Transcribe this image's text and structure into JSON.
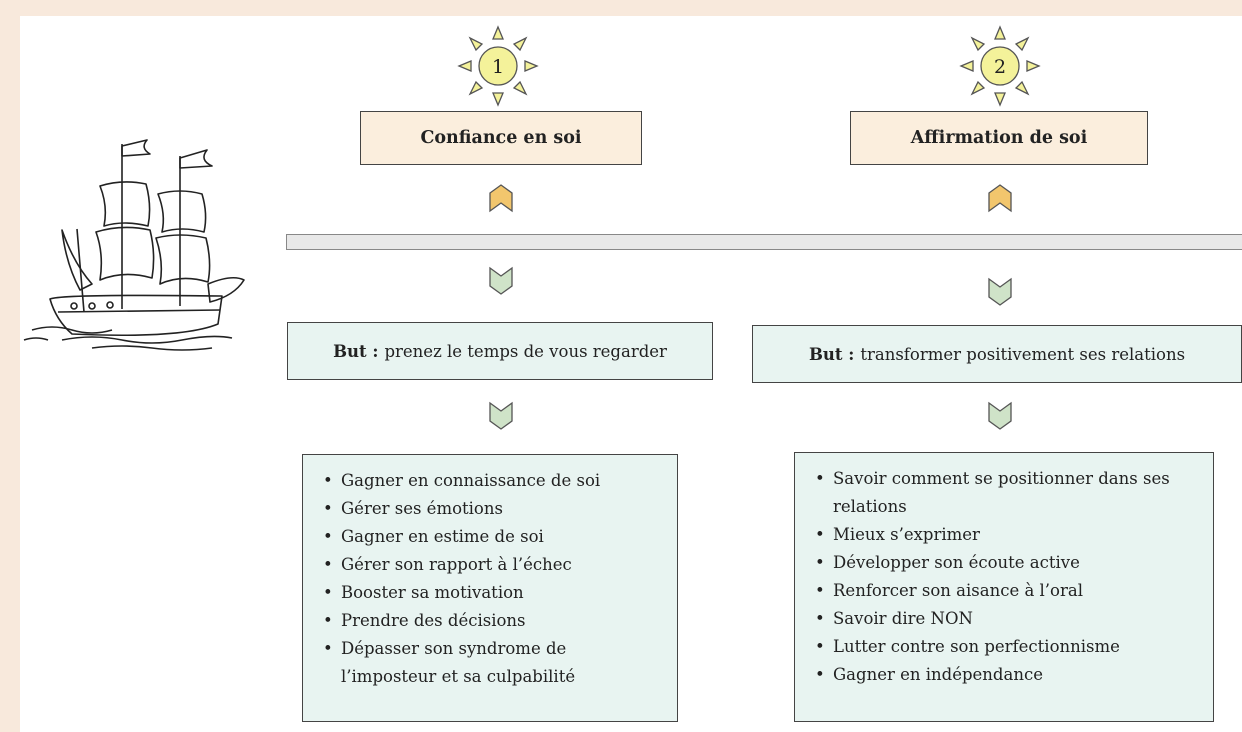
{
  "colors": {
    "page_background": "#f8e9dc",
    "panel": "#ffffff",
    "title_fill": "#fbeedd",
    "box_fill": "#e8f4f1",
    "sun_fill": "#f4f29a",
    "arrow_up": "#f2c66d",
    "arrow_down": "#cfe3c8"
  },
  "steps": [
    {
      "number": "1",
      "title": "Confiance en soi",
      "goal_label": "But :",
      "goal_text": "prenez le temps de vous regarder",
      "items": [
        "Gagner en connaissance de soi",
        "Gérer ses émotions",
        "Gagner en estime de soi",
        "Gérer son rapport à l’échec",
        "Booster sa motivation",
        "Prendre des décisions",
        "Dépasser son syndrome de l’imposteur et sa culpabilité"
      ]
    },
    {
      "number": "2",
      "title": "Affirmation de soi",
      "goal_label": "But :",
      "goal_text": "transformer positivement ses relations",
      "items": [
        "Savoir comment se positionner dans ses relations",
        "Mieux s’exprimer",
        "Développer son écoute active",
        "Renforcer son aisance à l’oral",
        "Savoir dire NON",
        "Lutter contre son perfectionnisme",
        "Gagner en indépendance"
      ]
    }
  ]
}
